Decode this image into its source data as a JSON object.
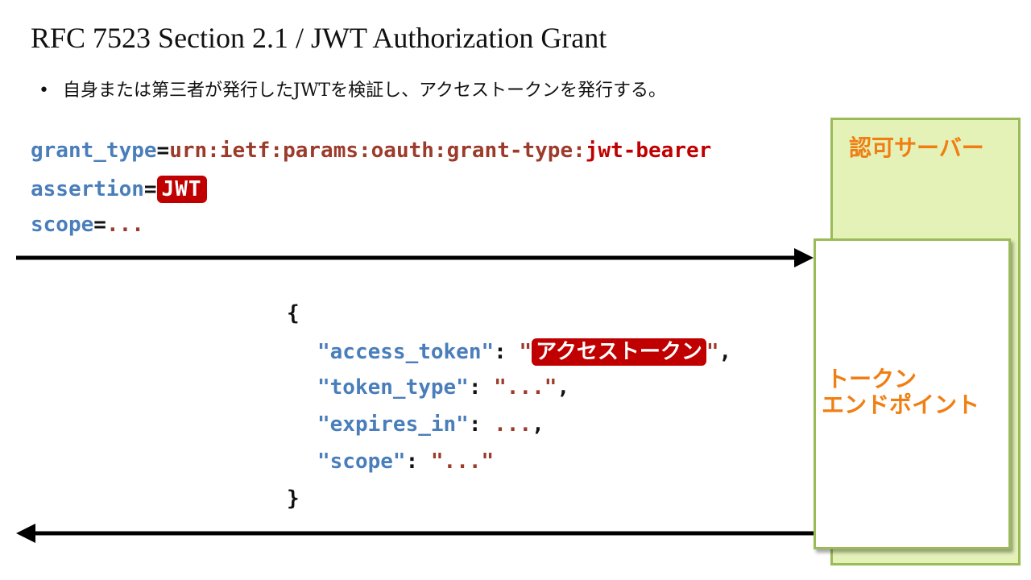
{
  "title": "RFC 7523 Section 2.1 / JWT Authorization Grant",
  "bullet": "自身または第三者が発行したJWTを検証し、アクセストークンを発行する。",
  "request": {
    "grant_type_key": "grant_type",
    "eq": "=",
    "grant_type_value": "urn:ietf:params:oauth:grant-type:",
    "grant_type_highlight": "jwt-bearer",
    "assertion_key": "assertion",
    "assertion_badge": "JWT",
    "scope_key": "scope",
    "scope_value": "..."
  },
  "response": {
    "open_brace": "{",
    "close_brace": "}",
    "access_token_key": "\"access_token\"",
    "access_token_badge": "アクセストークン",
    "token_type_key": "\"token_type\"",
    "token_type_value": "\"...\"",
    "expires_in_key": "\"expires_in\"",
    "expires_in_value": "...",
    "scope_key": "\"scope\"",
    "scope_value": "\"...\""
  },
  "server": {
    "label": "認可サーバー",
    "endpoint_line1": "トークン",
    "endpoint_line2": "エンドポイント"
  },
  "colors": {
    "key": "#4a7ebb",
    "value": "#9c3b2b",
    "highlight": "#c00000",
    "server_fill": "#e4f2b8",
    "server_border": "#9bbb59",
    "server_text": "#f07e12"
  }
}
